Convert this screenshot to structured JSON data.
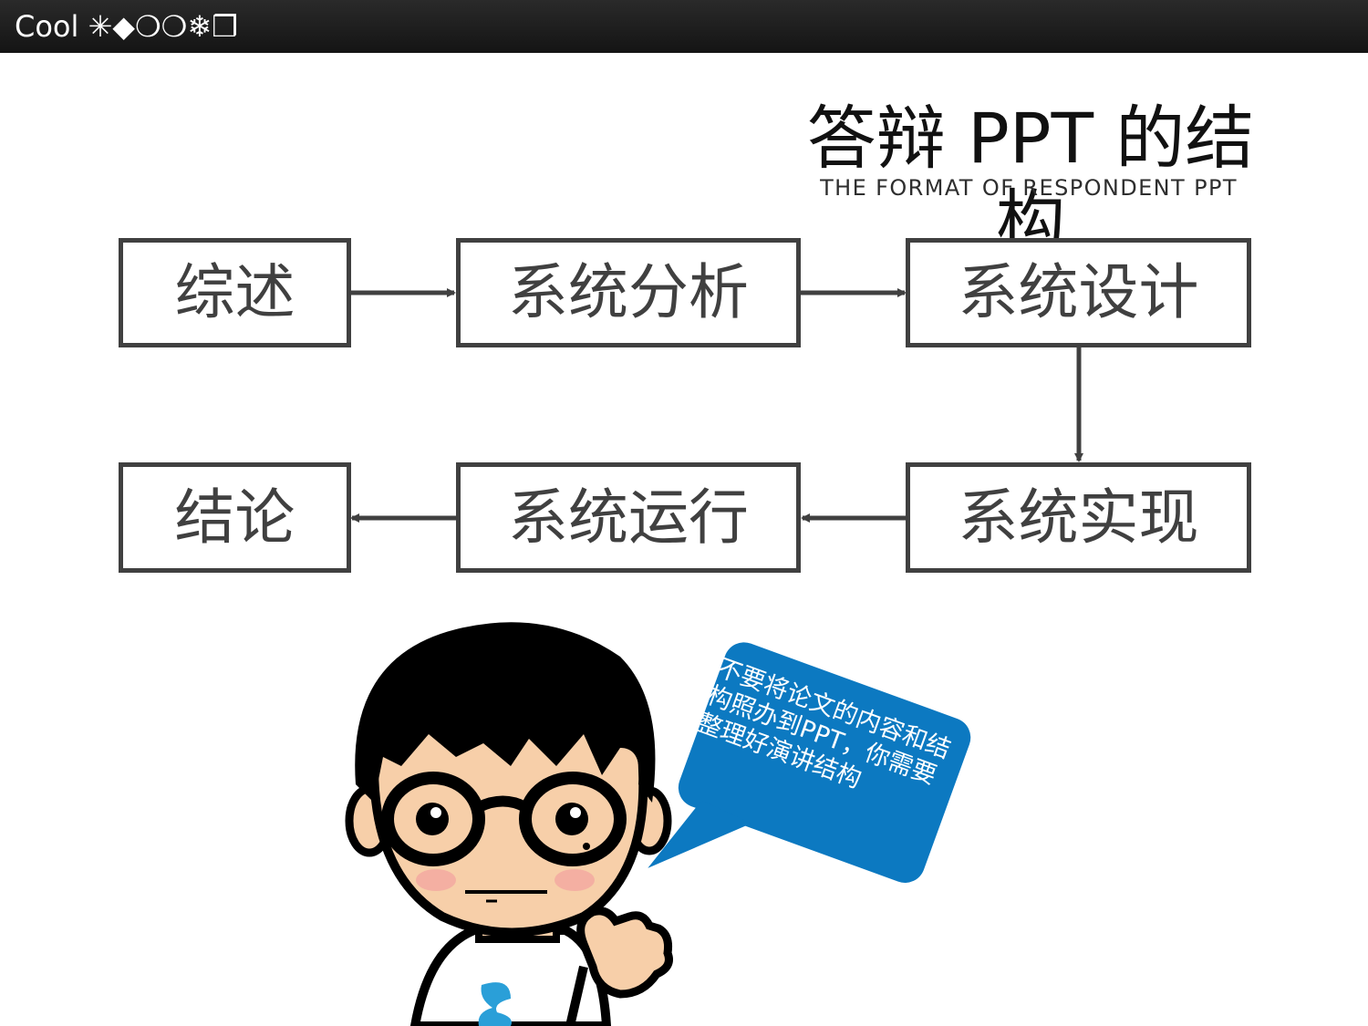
{
  "header": {
    "title": "Cool ✳◆❍❍❄❒",
    "background": "#1b1b1b"
  },
  "slide": {
    "title": "答辩 PPT 的结构",
    "subtitle": "THE FORMAT OF RESPONDENT PPT"
  },
  "flow": {
    "steps": [
      "综述",
      "系统分析",
      "系统设计",
      "系统实现",
      "系统运行",
      "结论"
    ],
    "box_color": "#404040"
  },
  "speech_bubble": {
    "text": "不要将论文的内容和结构照办到PPT，你需要整理好演讲结构",
    "color": "#0c79c1"
  },
  "illustration": {
    "icon": "cartoon-boy-with-glasses"
  }
}
